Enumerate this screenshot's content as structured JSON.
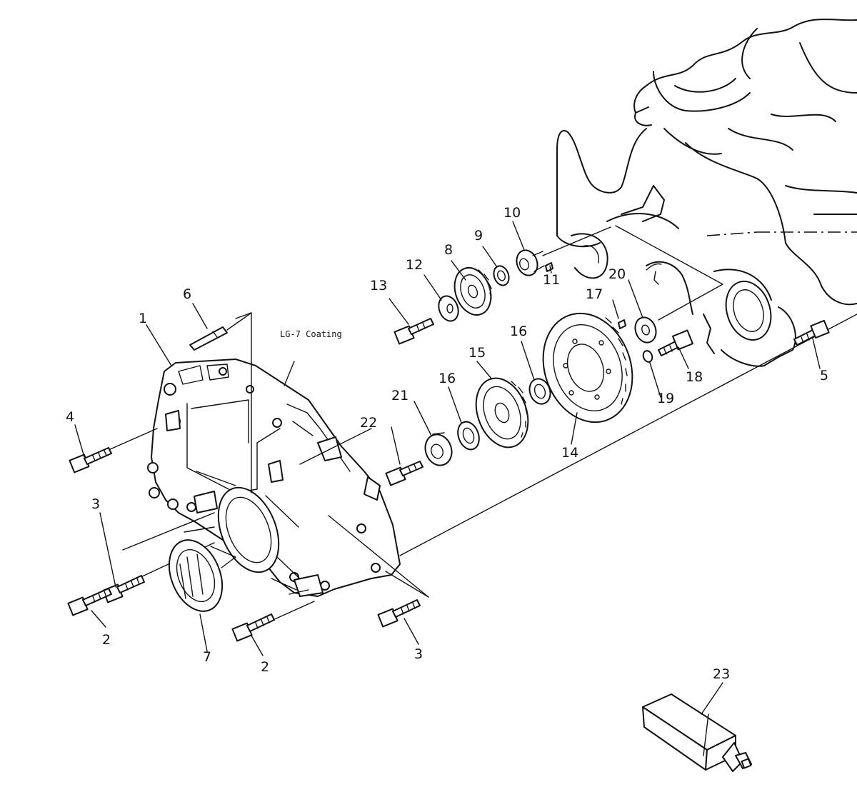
{
  "annotation": {
    "note": "LG-7 Coating"
  },
  "callouts": [
    {
      "key": "c1",
      "label": "1"
    },
    {
      "key": "c2a",
      "label": "2"
    },
    {
      "key": "c2b",
      "label": "2"
    },
    {
      "key": "c3a",
      "label": "3"
    },
    {
      "key": "c3b",
      "label": "3"
    },
    {
      "key": "c4",
      "label": "4"
    },
    {
      "key": "c5",
      "label": "5"
    },
    {
      "key": "c6",
      "label": "6"
    },
    {
      "key": "c7",
      "label": "7"
    },
    {
      "key": "c8",
      "label": "8"
    },
    {
      "key": "c9",
      "label": "9"
    },
    {
      "key": "c10",
      "label": "10"
    },
    {
      "key": "c11",
      "label": "11"
    },
    {
      "key": "c12",
      "label": "12"
    },
    {
      "key": "c13",
      "label": "13"
    },
    {
      "key": "c14",
      "label": "14"
    },
    {
      "key": "c15",
      "label": "15"
    },
    {
      "key": "c16a",
      "label": "16"
    },
    {
      "key": "c16b",
      "label": "16"
    },
    {
      "key": "c17",
      "label": "17"
    },
    {
      "key": "c18",
      "label": "18"
    },
    {
      "key": "c19",
      "label": "19"
    },
    {
      "key": "c20",
      "label": "20"
    },
    {
      "key": "c21",
      "label": "21"
    },
    {
      "key": "c22",
      "label": "22"
    },
    {
      "key": "c23",
      "label": "23"
    }
  ]
}
